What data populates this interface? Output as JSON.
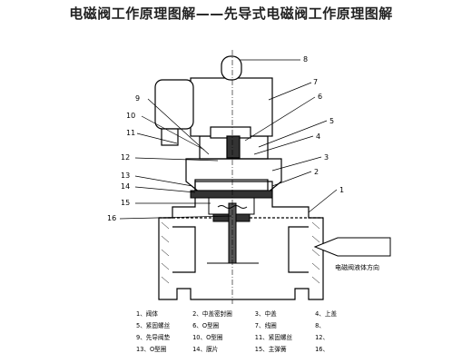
{
  "title": "电磁阀工作原理图解——先导式电磁阀工作原理图解",
  "callouts": [
    "1",
    "2",
    "3",
    "4",
    "5",
    "6",
    "7",
    "8",
    "9",
    "10",
    "11",
    "12",
    "13",
    "14",
    "15",
    "16"
  ],
  "flow_label": "电磁阀液体方向",
  "legend": [
    "1、阀体",
    "2、中盖密封圈",
    "3、中盖",
    "4、上盖",
    "5、紧固螺丝",
    "6、O型圈",
    "7、线圈",
    "8、",
    "9、先导阀垫",
    "10、O型圈",
    "11、紧固螺丝",
    "12、",
    "13、O型圈",
    "14、膜片",
    "15、主弹簧",
    "16、"
  ]
}
